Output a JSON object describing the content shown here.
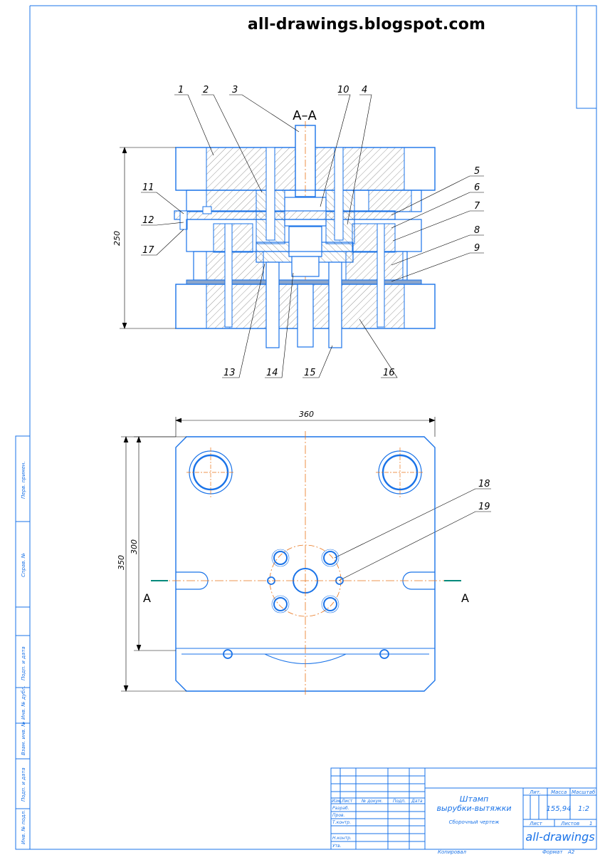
{
  "header": {
    "site": "all-drawings.blogspot.com"
  },
  "section": {
    "label": "A–A",
    "marker_left": "A",
    "marker_right": "A"
  },
  "callouts": [
    "1",
    "2",
    "3",
    "10",
    "4",
    "5",
    "6",
    "7",
    "8",
    "9",
    "11",
    "12",
    "17",
    "13",
    "14",
    "15",
    "16",
    "18",
    "19"
  ],
  "dimensions": {
    "height_total": "250",
    "width_plate": "360",
    "height_plate": "350",
    "height_inner": "300"
  },
  "side_stamp": [
    "Перв. примен.",
    "Справ. №",
    "Подп. и дата",
    "Инв. № дубл.",
    "Взам. инв. №",
    "Подп. и дата",
    "Инв. № подл."
  ],
  "title_block": {
    "title_line1": "Штамп",
    "title_line2": "вырубки-вытяжки",
    "doc_type": "Сборочный чертеж",
    "headers": {
      "izm": "Изм.",
      "list": "Лист",
      "doc_no": "№ докум.",
      "podp": "Подп.",
      "data": "Дата"
    },
    "roles": [
      "Разраб.",
      "Пров.",
      "Т.контр.",
      "",
      "Н.контр.",
      "Утв."
    ],
    "lit_label": "Лит.",
    "mass_label": "Масса",
    "scale_label": "Масштаб",
    "mass": "155,94",
    "scale": "1:2",
    "sheet_label": "Лист",
    "sheets_label": "Листов",
    "sheets": "1",
    "org": "all-drawings",
    "copied": "Копировал",
    "format_label": "Формат",
    "format": "A2"
  }
}
